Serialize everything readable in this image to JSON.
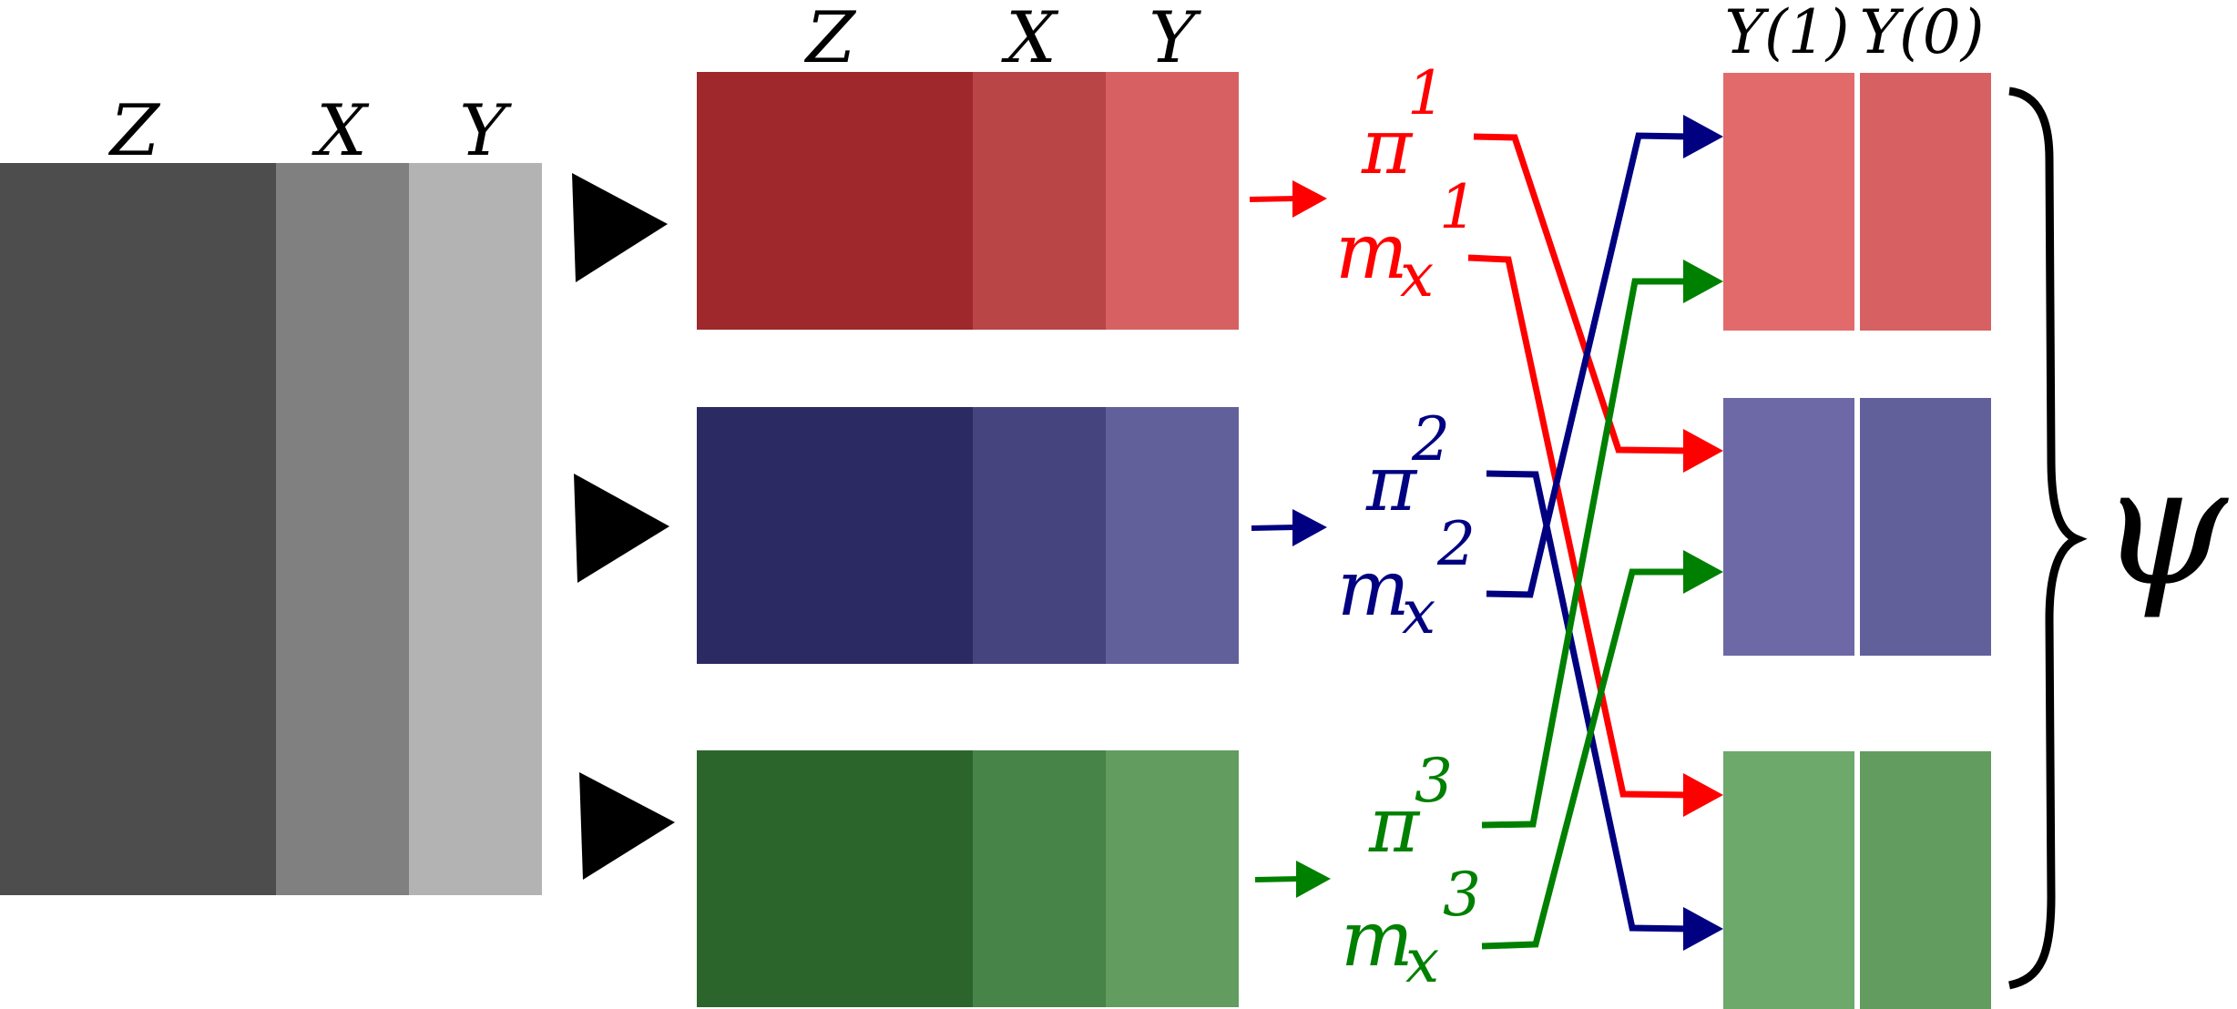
{
  "source": {
    "columns": [
      "Z",
      "X",
      "Y"
    ],
    "colors": [
      "#4d4d4d",
      "#808080",
      "#b3b3b3"
    ]
  },
  "splits": [
    {
      "columns": [
        "Z",
        "X",
        "Y"
      ],
      "colors": [
        "#9e282b",
        "#b94547",
        "#d76162"
      ],
      "model_color": "#ff0000",
      "propensity": {
        "base": "π",
        "sup": "1"
      },
      "outcome": {
        "base": "m",
        "sub": "x",
        "sup": "1"
      }
    },
    {
      "columns": [
        "",
        "",
        ""
      ],
      "colors": [
        "#2c2a63",
        "#46447f",
        "#62609b"
      ],
      "model_color": "#000080",
      "propensity": {
        "base": "π",
        "sup": "2"
      },
      "outcome": {
        "base": "m",
        "sub": "x",
        "sup": "2"
      }
    },
    {
      "columns": [
        "",
        "",
        ""
      ],
      "colors": [
        "#2c652c",
        "#478447",
        "#629c5f"
      ],
      "model_color": "#008000",
      "propensity": {
        "base": "π",
        "sup": "3"
      },
      "outcome": {
        "base": "m",
        "sub": "x",
        "sup": "3"
      }
    }
  ],
  "potential_outcomes": {
    "columns": [
      "Y(1)",
      "Y(0)"
    ],
    "rows": [
      {
        "colors": [
          "#e36a6b",
          "#d76162"
        ]
      },
      {
        "colors": [
          "#6d69a6",
          "#62609b"
        ]
      },
      {
        "colors": [
          "#6ca96b",
          "#629c5f"
        ]
      }
    ]
  },
  "result_symbol": "ψ"
}
